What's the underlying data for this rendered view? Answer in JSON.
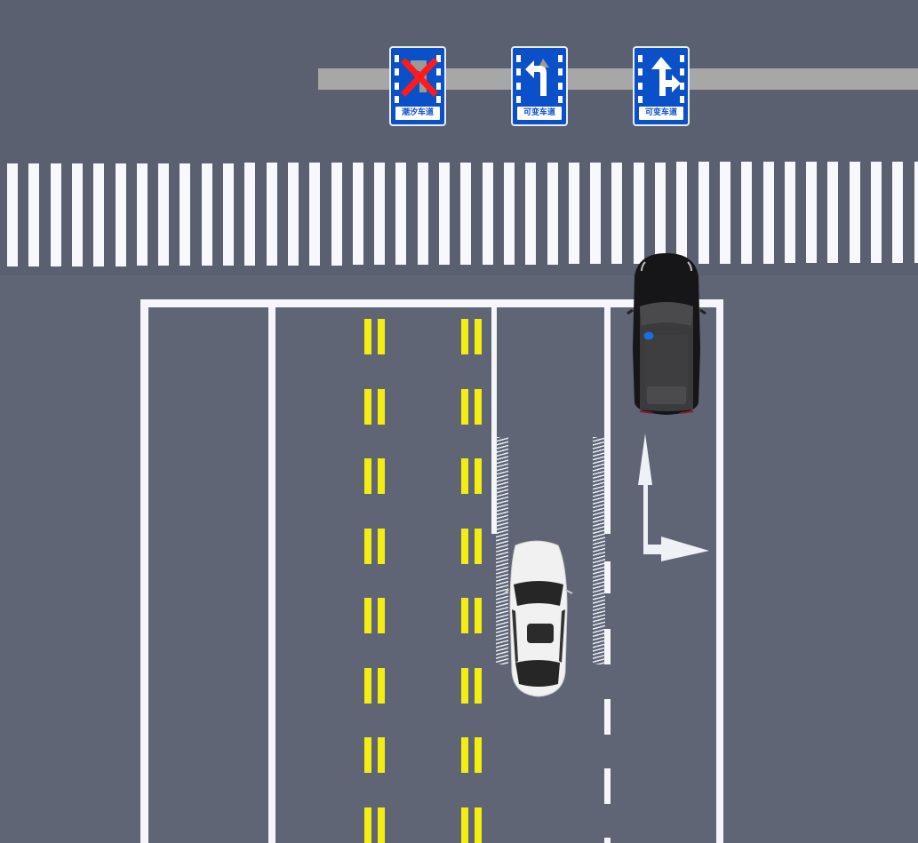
{
  "scene": {
    "title": "Tidal lane and variable lane intersection diagram",
    "colors": {
      "background": "#5a6070",
      "road": "#5f6575",
      "gantry": "#a7a7a7",
      "sign_blue": "#0a50c8",
      "lane_white": "#f4f6fa",
      "center_yellow": "#f3ee10",
      "forbidden_red": "#ff1a1a"
    }
  },
  "signs": [
    {
      "id": "tidal-lane-sign",
      "caption": "潮汐车道",
      "symbol": "red-x-over-arrow",
      "meaning": "Lane closed"
    },
    {
      "id": "variable-lane-sign-left",
      "caption": "可变车道",
      "symbol": "left-turn-arrow",
      "meaning": "Left turn (straight grayed)"
    },
    {
      "id": "variable-lane-sign-straight-right",
      "caption": "可变车道",
      "symbol": "straight-and-right-arrow",
      "meaning": "Straight or right turn"
    }
  ],
  "road_markings": {
    "crosswalk_stripes": 43,
    "ground_arrow": "straight-and-right",
    "yellow_center_line": "double dashed (two pairs)",
    "guide_zone": "variable lane with hatched edges"
  },
  "vehicles": [
    {
      "id": "white-car",
      "color": "#f2f2f2",
      "lane": "variable lane"
    },
    {
      "id": "black-car",
      "color": "#1c1c1e",
      "lane": "straight/right lane",
      "indicator": "#1a6fe0"
    }
  ]
}
